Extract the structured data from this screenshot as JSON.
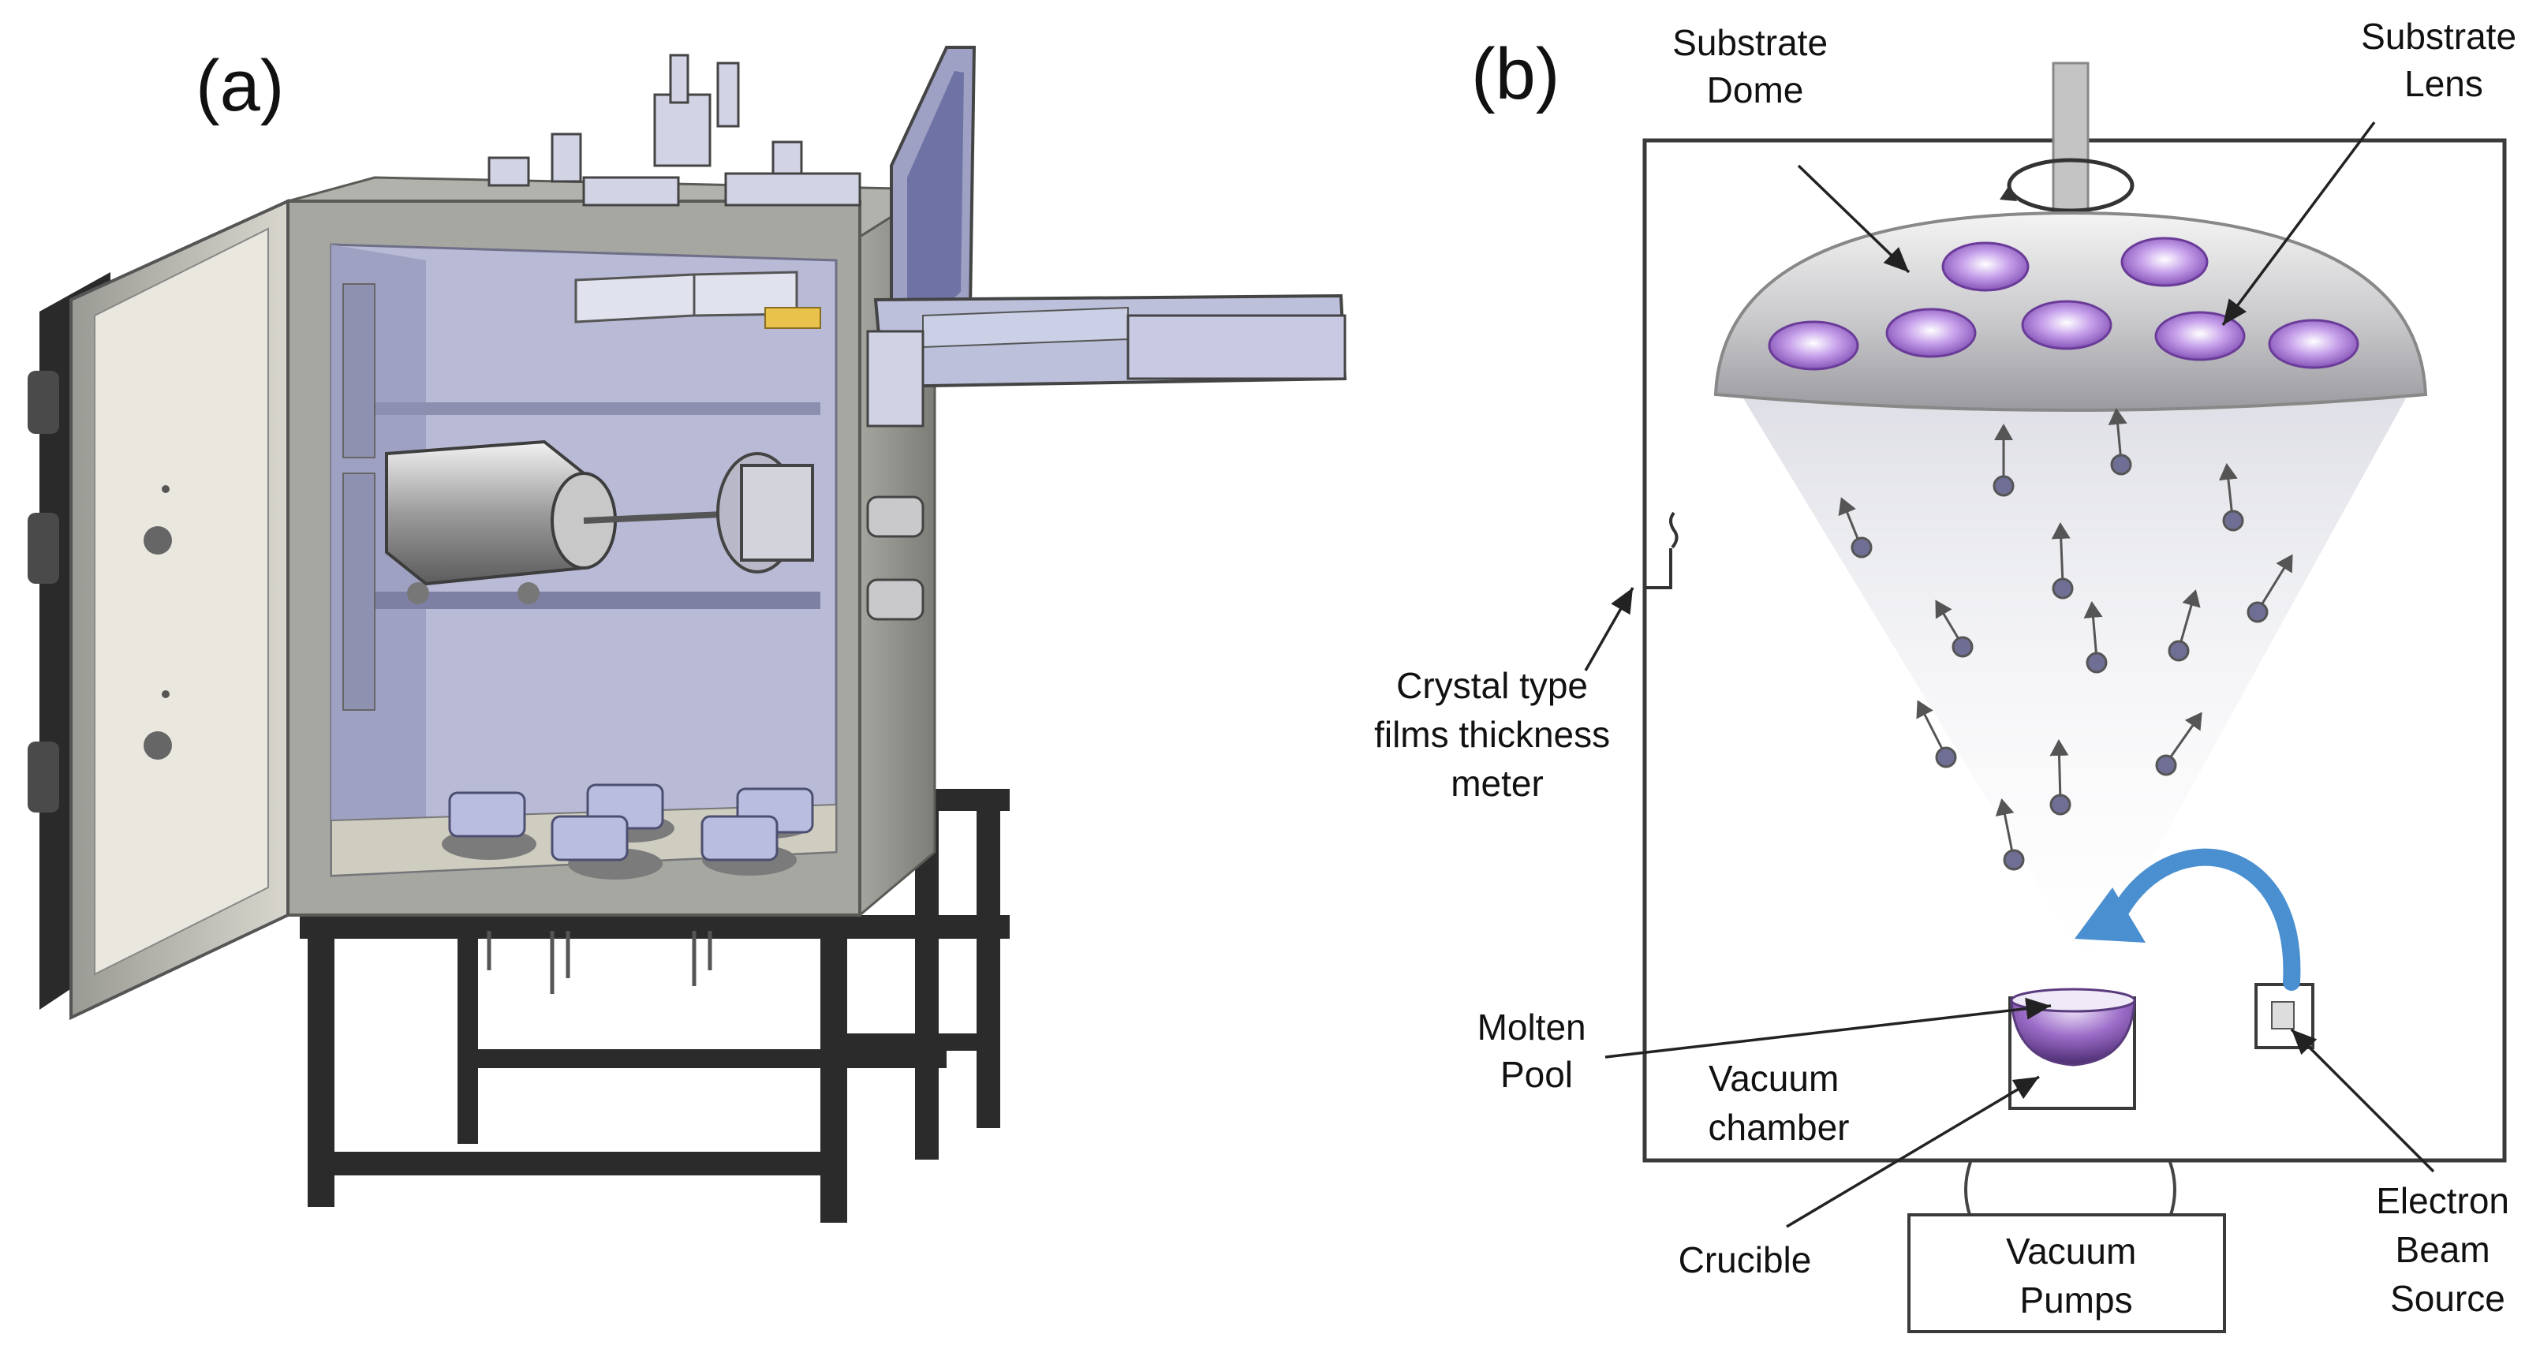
{
  "panel_a": {
    "label": "(a)"
  },
  "panel_b": {
    "label": "(b)",
    "labels": {
      "substrate_dome": [
        "Substrate",
        "Dome"
      ],
      "substrate_lens": [
        "Substrate",
        "Lens"
      ],
      "thickness_meter": [
        "Crystal type",
        "films thickness",
        "meter"
      ],
      "molten_pool": [
        "Molten",
        "Pool"
      ],
      "vacuum_chamber": [
        "Vacuum",
        "chamber"
      ],
      "crucible": [
        "Crucible"
      ],
      "vacuum_pumps": [
        "Vacuum",
        "Pumps"
      ],
      "electron_beam": [
        "Electron",
        "Beam",
        "Source"
      ]
    }
  },
  "colors": {
    "frame": "#8c8c88",
    "frame_dark": "#5e5e5a",
    "interior": "#b9bbd6",
    "dome_lens": "#a070cc",
    "particle": "#6f6e95",
    "beam_arrow": "#4a8fd0",
    "outline": "#333333"
  }
}
